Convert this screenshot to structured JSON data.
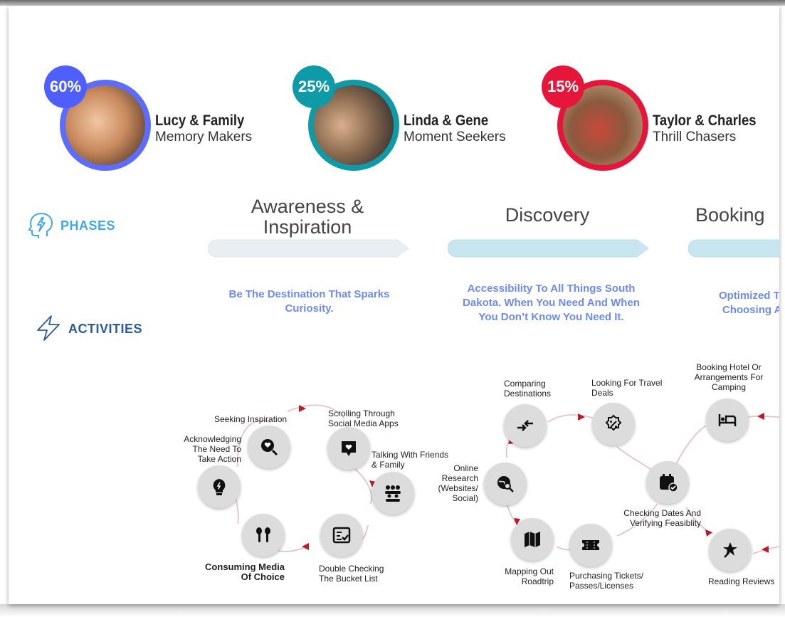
{
  "personas": [
    {
      "percent": "60%",
      "name": "Lucy & Family",
      "tagline": "Memory Makers",
      "color": "#4f5fff"
    },
    {
      "percent": "25%",
      "name": "Linda & Gene",
      "tagline": "Moment Seekers",
      "color": "#0e9aa7"
    },
    {
      "percent": "15%",
      "name": "Taylor & Charles",
      "tagline": "Thrill Chasers",
      "color": "#e8153a"
    }
  ],
  "rows": {
    "phases": "PHASES",
    "activities": "ACTIVITIES"
  },
  "phases": [
    {
      "title": "Awareness & Inspiration",
      "goal": "Be The Destination That Sparks Curiosity."
    },
    {
      "title": "Discovery",
      "goal": "Accessibility To All Things South Dakota. When You Need And When You Don’t Know You Need It."
    },
    {
      "title": "Booking",
      "goal": "Optimized Travel Choosing And I"
    }
  ],
  "activities": {
    "awareness": {
      "seeking_inspiration": "Seeking Inspiration",
      "scrolling": "Scrolling Through Social Media Apps",
      "talking": "Talking With Friends & Family",
      "acknowledging": "Acknowledging The Need To Take Action",
      "consuming": "Consuming Media Of Choice",
      "double_checking": "Double Checking The Bucket List"
    },
    "discovery": {
      "comparing": "Comparing Destinations",
      "deals": "Looking For Travel Deals",
      "online_research": "Online Research (Websites/ Social)",
      "checking_dates": "Checking Dates And Verifying Feasiblity",
      "mapping": "Mapping Out Roadtrip",
      "purchasing": "Purchasing Tickets/ Passes/Licenses"
    },
    "booking": {
      "hotel": "Booking Hotel Or Arrangements For Camping",
      "reviews": "Reading Reviews"
    }
  },
  "colors": {
    "phase_label": "#3fa9e8",
    "activities_label": "#2a5a9a",
    "goal_text": "#6f8be8",
    "flow_line": "#e3b9c2",
    "flow_arrow": "#b71c2c"
  }
}
